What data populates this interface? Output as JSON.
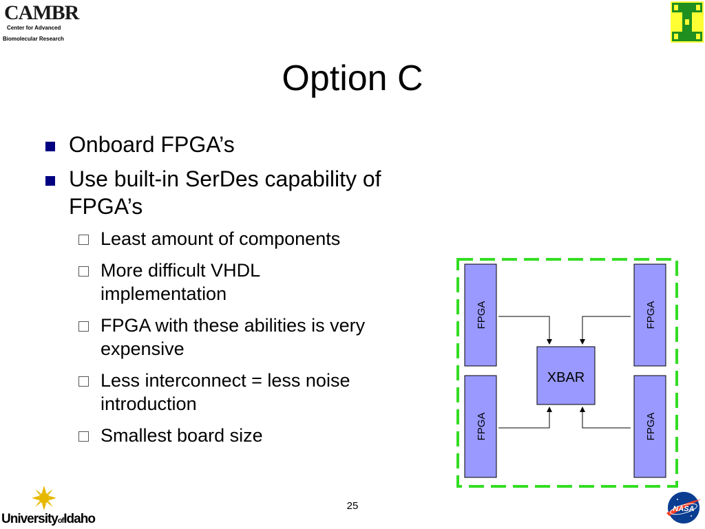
{
  "header": {
    "cambr_logo": {
      "wordmark": "CAMBR",
      "line1": "Center for Advanced",
      "line2": "Biomolecular Research"
    },
    "ibeam_logo_icon": "i-beam-logo-icon"
  },
  "slide": {
    "title": "Option C",
    "bullets": [
      {
        "text": "Onboard FPGA’s"
      },
      {
        "text": "Use built-in SerDes capability of FPGA’s"
      }
    ],
    "sub_bullets": [
      "Least amount of components",
      "More difficult VHDL implementation",
      "FPGA with these abilities is very expensive",
      "Less interconnect = less noise introduction",
      "Smallest board size"
    ]
  },
  "diagram": {
    "fpga_labels": [
      "FPGA",
      "FPGA",
      "FPGA",
      "FPGA"
    ],
    "xbar_label": "XBAR",
    "colors": {
      "block_fill": "#9999ff",
      "block_stroke": "#000000",
      "border_dash": "#33dd22"
    }
  },
  "footer": {
    "page_number": "25",
    "university_logo": {
      "text_a": "University",
      "text_of": "of",
      "text_b": "Idaho"
    },
    "nasa_logo": "NASA"
  }
}
